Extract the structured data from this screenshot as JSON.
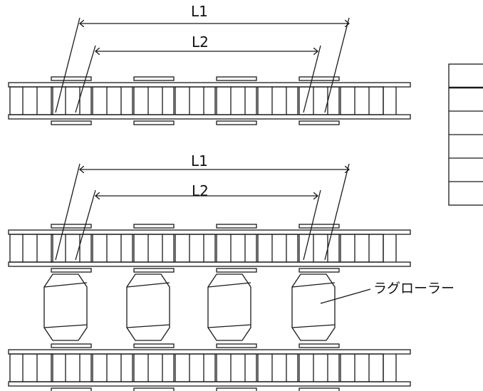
{
  "labels": {
    "l1_top": "L1",
    "l2_top": "L2",
    "l1_bottom": "L1",
    "l2_bottom": "L2",
    "lug_roller": "ラグローラー"
  },
  "colors": {
    "stroke": "#1a1a1a",
    "background": "#ffffff"
  }
}
